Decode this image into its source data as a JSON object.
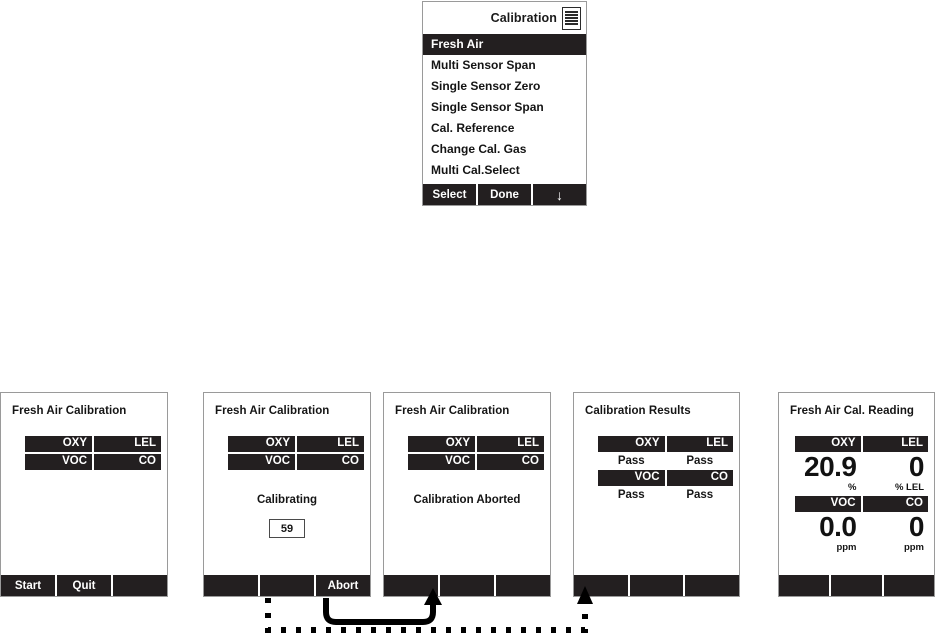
{
  "menu": {
    "title": "Calibration",
    "icon": "list-icon",
    "items": [
      {
        "label": "Fresh Air",
        "selected": true
      },
      {
        "label": "Multi Sensor Span",
        "selected": false
      },
      {
        "label": "Single Sensor Zero",
        "selected": false
      },
      {
        "label": "Single Sensor Span",
        "selected": false
      },
      {
        "label": "Cal. Reference",
        "selected": false
      },
      {
        "label": "Change Cal. Gas",
        "selected": false
      },
      {
        "label": "Multi Cal.Select",
        "selected": false
      }
    ],
    "softkeys": [
      {
        "label": "Select"
      },
      {
        "label": "Done"
      },
      {
        "label": "↓"
      }
    ]
  },
  "screens": [
    {
      "title": "Fresh Air Calibration",
      "sensors": [
        [
          "OXY",
          "LEL"
        ],
        [
          "VOC",
          "CO"
        ]
      ],
      "softkeys": [
        "Start",
        "Quit",
        ""
      ]
    },
    {
      "title": "Fresh Air Calibration",
      "sensors": [
        [
          "OXY",
          "LEL"
        ],
        [
          "VOC",
          "CO"
        ]
      ],
      "status": "Calibrating",
      "countdown": "59",
      "softkeys": [
        "",
        "",
        "Abort"
      ]
    },
    {
      "title": "Fresh Air Calibration",
      "sensors": [
        [
          "OXY",
          "LEL"
        ],
        [
          "VOC",
          "CO"
        ]
      ],
      "status": "Calibration Aborted",
      "softkeys": [
        "",
        "",
        ""
      ]
    },
    {
      "title": "Calibration Results",
      "sensors": [
        [
          "OXY",
          "LEL"
        ],
        [
          "VOC",
          "CO"
        ]
      ],
      "results": [
        [
          "Pass",
          "Pass"
        ],
        [
          "Pass",
          "Pass"
        ]
      ],
      "softkeys": [
        "",
        "",
        ""
      ]
    },
    {
      "title": "Fresh Air Cal. Reading",
      "readings": [
        {
          "label": "OXY",
          "value": "20.9",
          "unit": "%"
        },
        {
          "label": "LEL",
          "value": "0",
          "unit": "% LEL"
        },
        {
          "label": "VOC",
          "value": "0.0",
          "unit": "ppm"
        },
        {
          "label": "CO",
          "value": "0",
          "unit": "ppm"
        }
      ],
      "softkeys": [
        "",
        "",
        ""
      ]
    }
  ],
  "colors": {
    "panel_fill": "#231f20",
    "panel_text": "#ffffff",
    "border": "#9a9a9a",
    "background": "#ffffff"
  }
}
